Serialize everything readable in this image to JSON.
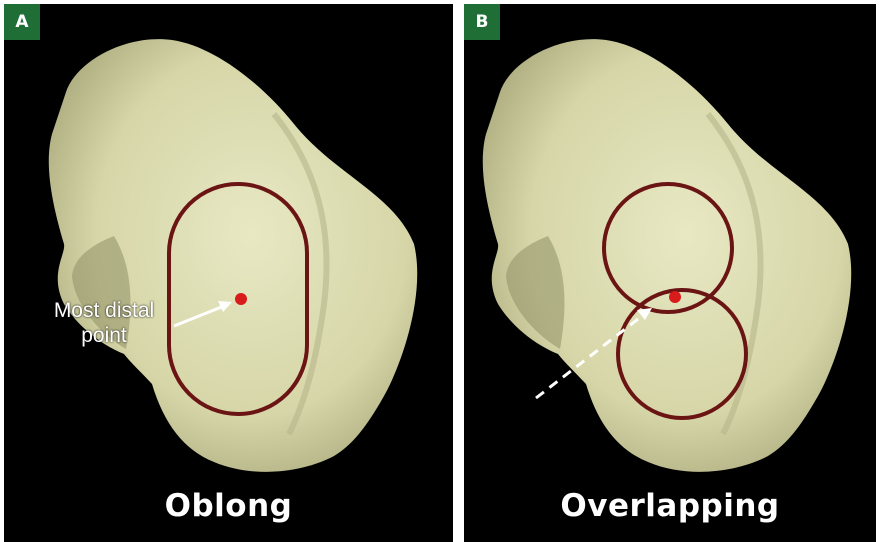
{
  "figure": {
    "colors": {
      "background": "#000000",
      "bone": "#dcdcb0",
      "outline": "#6b1414",
      "marker": "#d81c1c",
      "badge": "#1e6e35"
    },
    "panels": [
      {
        "badge": "A",
        "caption": "Oblong",
        "annotation": {
          "line1": "Most distal",
          "line2": "point"
        }
      },
      {
        "badge": "B",
        "caption": "Overlapping"
      }
    ]
  }
}
